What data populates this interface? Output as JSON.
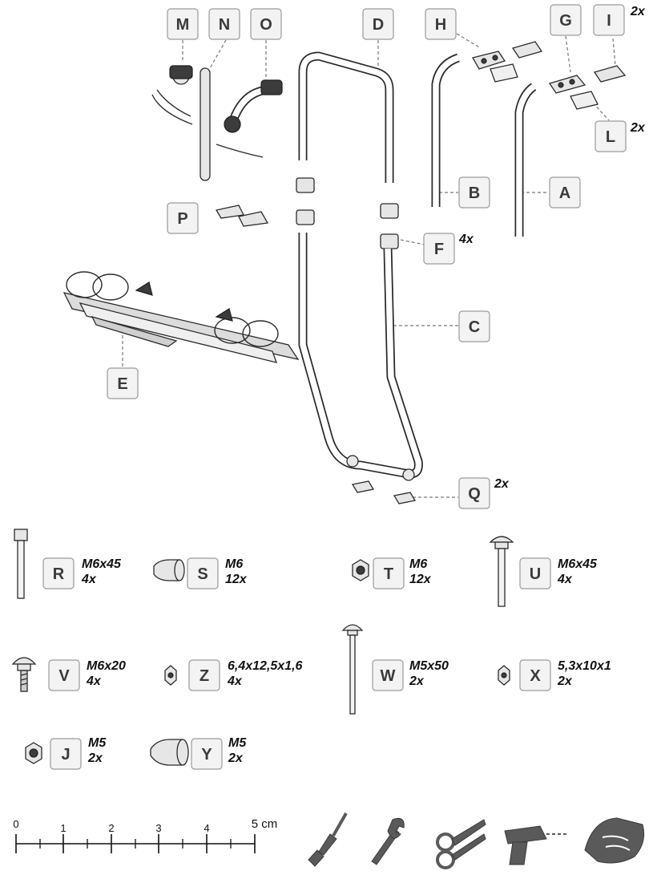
{
  "part_labels": {
    "M": "M",
    "N": "N",
    "O": "O",
    "D": "D",
    "H": "H",
    "G": "G",
    "I": "I",
    "B": "B",
    "A": "A",
    "L": "L",
    "P": "P",
    "F": "F",
    "C": "C",
    "E": "E",
    "Q": "Q"
  },
  "quantities": {
    "I": "2x",
    "L": "2x",
    "F": "4x",
    "Q": "2x"
  },
  "hardware": {
    "R": {
      "label": "R",
      "size": "M6x45",
      "qty": "4x"
    },
    "S": {
      "label": "S",
      "size": "M6",
      "qty": "12x"
    },
    "T": {
      "label": "T",
      "size": "M6",
      "qty": "12x"
    },
    "U": {
      "label": "U",
      "size": "M6x45",
      "qty": "4x"
    },
    "V": {
      "label": "V",
      "size": "M6x20",
      "qty": "4x"
    },
    "Z": {
      "label": "Z",
      "size": "6,4x12,5x1,6",
      "qty": "4x"
    },
    "W": {
      "label": "W",
      "size": "M5x50",
      "qty": "2x"
    },
    "X": {
      "label": "X",
      "size": "5,3x10x1",
      "qty": "2x"
    },
    "J": {
      "label": "J",
      "size": "M5",
      "qty": "2x"
    },
    "Y": {
      "label": "Y",
      "size": "M5",
      "qty": "2x"
    }
  },
  "scale": {
    "ticks": [
      "0",
      "1",
      "2",
      "3",
      "4",
      "5 cm"
    ]
  },
  "tools": [
    "screwdriver-icon",
    "wrench-icon",
    "scissors-icon",
    "drill-icon",
    "cloth-icon"
  ]
}
